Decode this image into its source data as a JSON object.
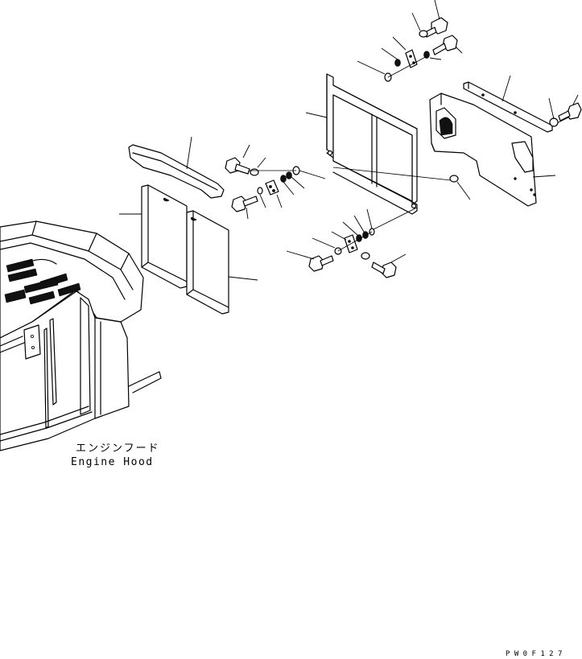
{
  "labels": {
    "engine_hood_jp": "エンジンフード",
    "engine_hood_en": "Engine Hood",
    "drawing_code": "P W 0 F 1 2 7"
  }
}
